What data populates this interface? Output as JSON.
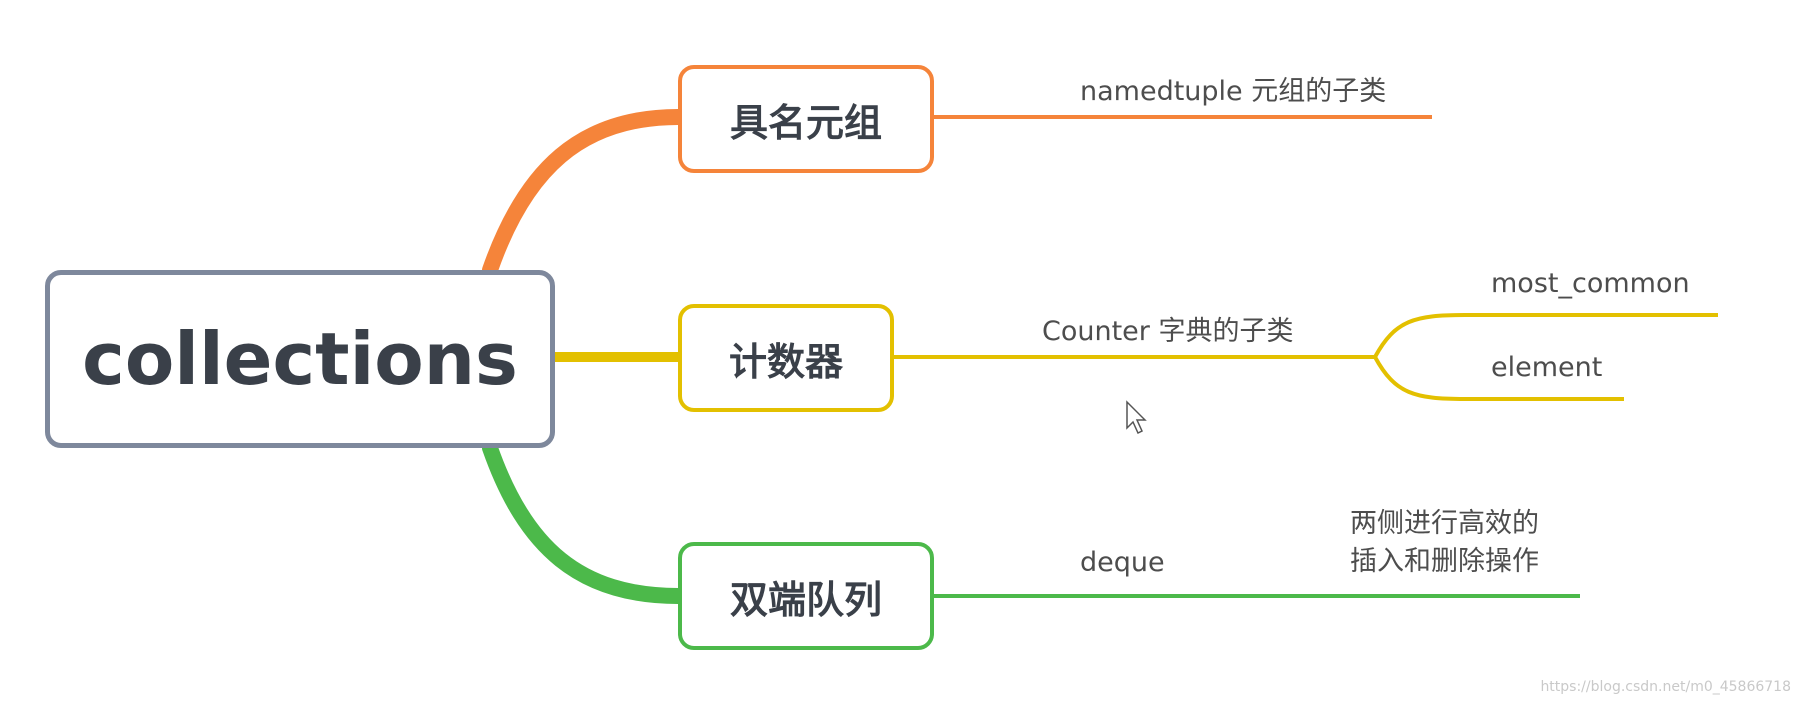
{
  "root": {
    "label": "collections"
  },
  "branches": [
    {
      "label": "具名元组",
      "detail": "namedtuple  元组的子类",
      "color": "#f5843a"
    },
    {
      "label": "计数器",
      "detail": "Counter   字典的子类",
      "color": "#e3c000",
      "children": [
        {
          "label": "most_common"
        },
        {
          "label": "element"
        }
      ]
    },
    {
      "label": "双端队列",
      "detail": "deque",
      "color": "#4cb94a",
      "note": {
        "line1": "两侧进行高效的",
        "line2": "插入和删除操作"
      }
    }
  ],
  "colors": {
    "root_border": "#7e889c",
    "text": "#3a4049"
  },
  "watermark": "https://blog.csdn.net/m0_45866718"
}
